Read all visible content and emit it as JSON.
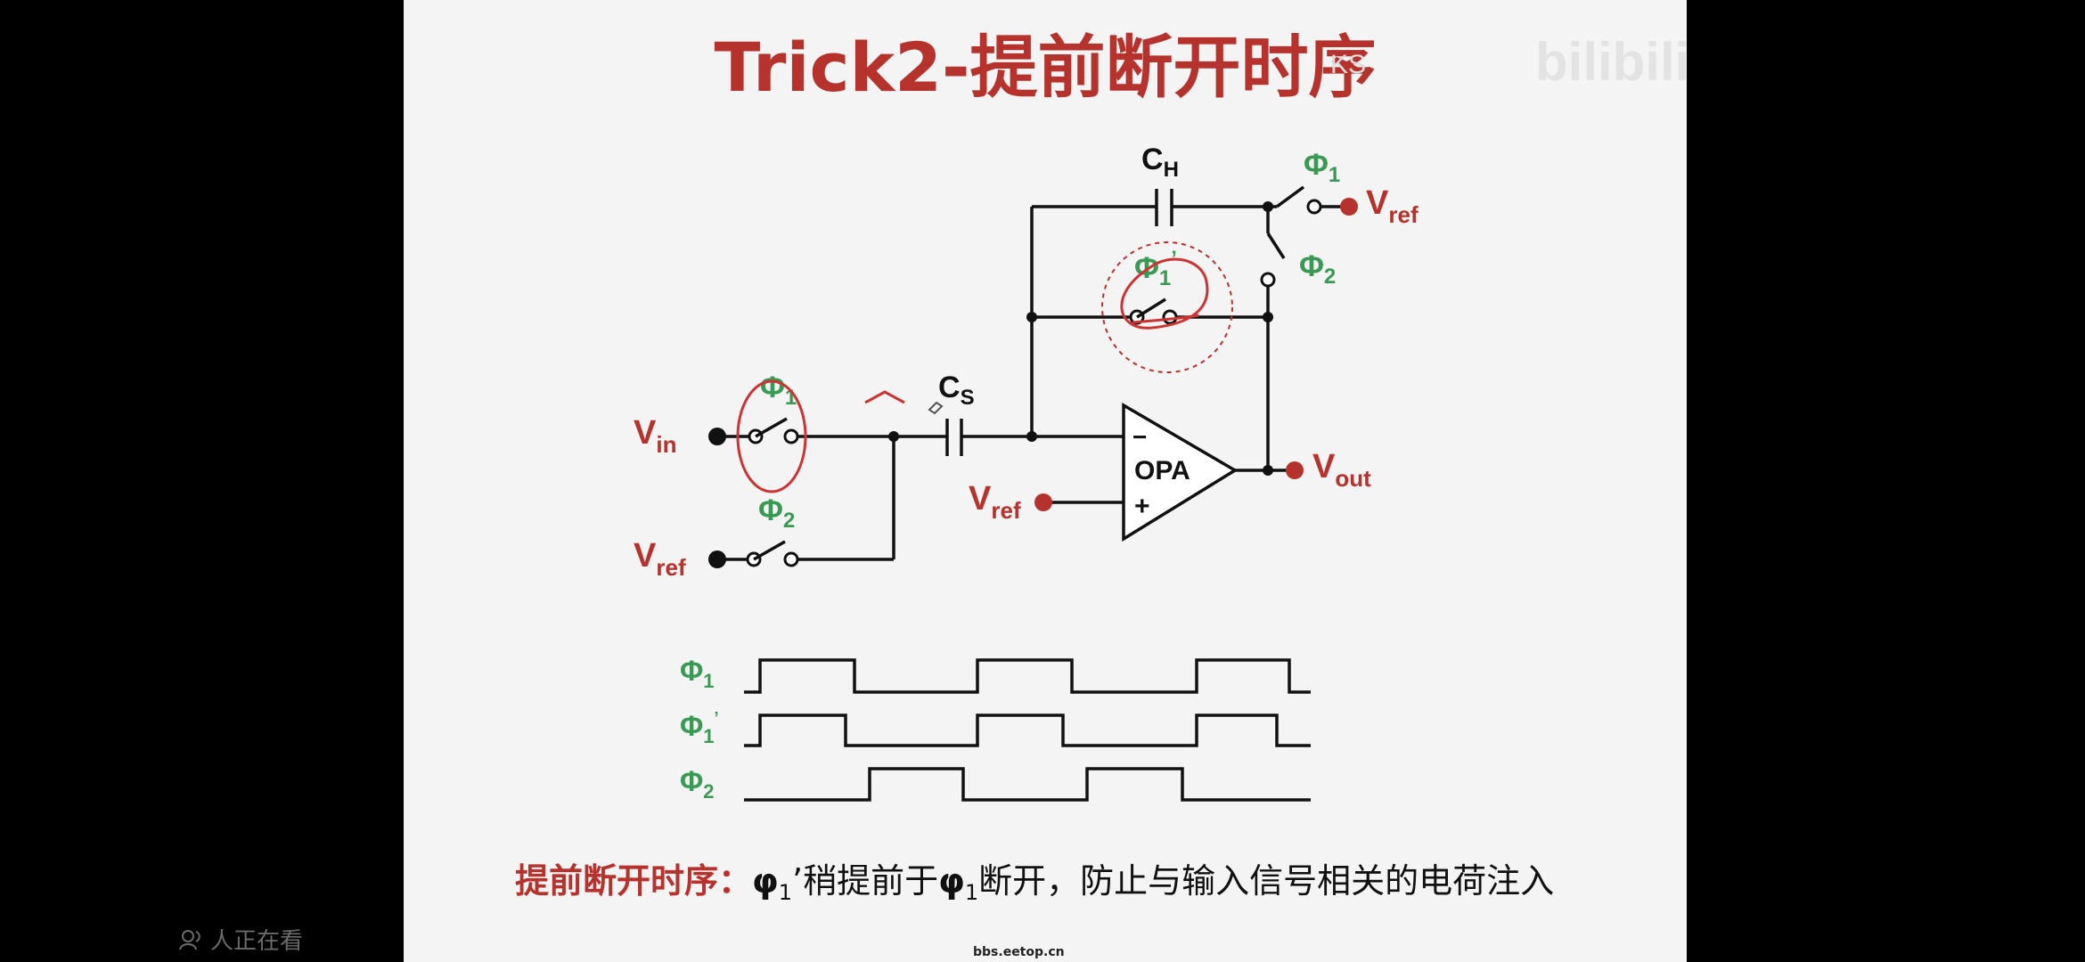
{
  "slide": {
    "title": "Trick2-提前断开时序",
    "watermark": "bilibili",
    "watermark_tag": "KS",
    "caption": {
      "prefix": "提前断开时序：",
      "phi_a": "φ",
      "sub_a": "1",
      "prime": "’",
      "middle": "稍提前于",
      "phi_b": "φ",
      "sub_b": "1",
      "suffix": "断开，防止与输入信号相关的电荷注入"
    }
  },
  "circuit": {
    "ch": {
      "main": "C",
      "sub": "H"
    },
    "cs": {
      "main": "C",
      "sub": "S"
    },
    "vin": {
      "main": "V",
      "sub": "in"
    },
    "vref": {
      "main": "V",
      "sub": "ref"
    },
    "vout": {
      "main": "V",
      "sub": "out"
    },
    "phi1": {
      "main": "Φ",
      "sub": "1"
    },
    "phi2": {
      "main": "Φ",
      "sub": "2"
    },
    "phi1p": {
      "main": "Φ",
      "sub": "1",
      "prime": "’"
    },
    "opa": {
      "name": "OPA",
      "minus": "−",
      "plus": "+"
    }
  },
  "timing": {
    "rows": [
      {
        "main": "Φ",
        "sub": "1",
        "prime": ""
      },
      {
        "main": "Φ",
        "sub": "1",
        "prime": "’"
      },
      {
        "main": "Φ",
        "sub": "2",
        "prime": ""
      }
    ]
  },
  "footer": {
    "viewers": "人正在看",
    "site": "bbs.eetop.cn"
  },
  "colors": {
    "accent_red": "#b5322d",
    "phase_green": "#3a9a55",
    "annotation": "#cc3333"
  }
}
